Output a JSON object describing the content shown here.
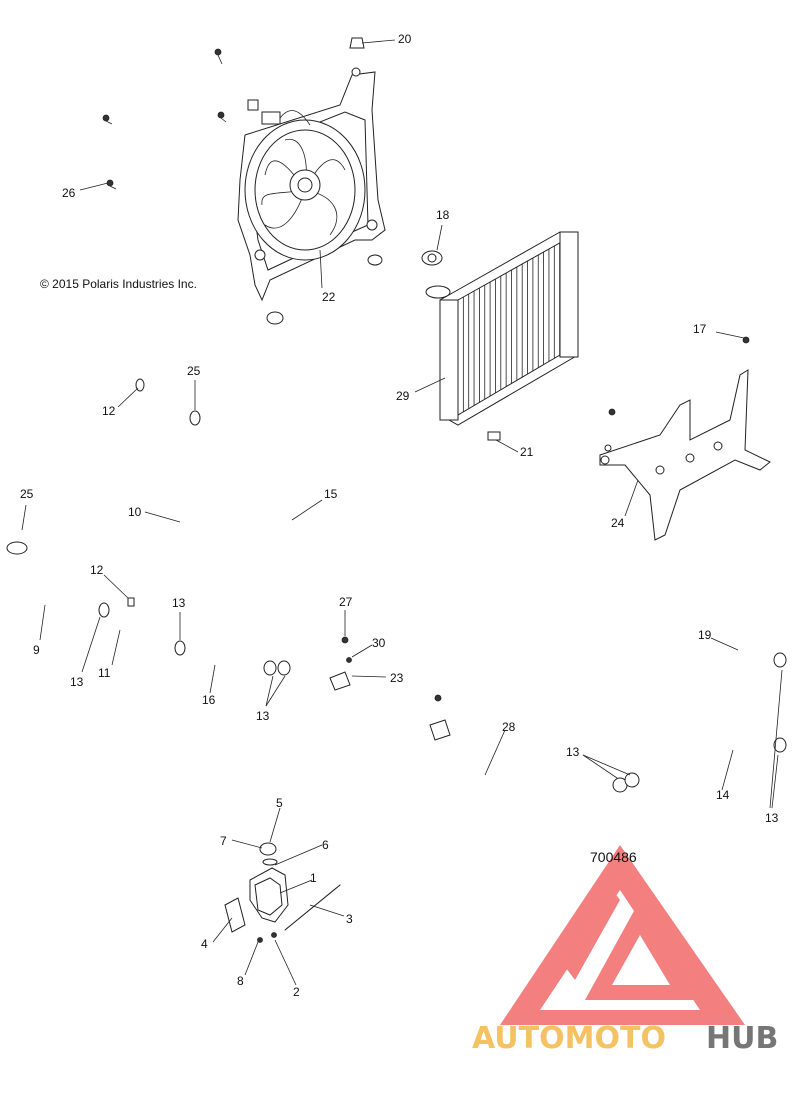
{
  "copyright": "© 2015 Polaris Industries Inc.",
  "diagram_code": "700486",
  "watermark": {
    "part1": "AUTOMOTO",
    "part2": "HUB",
    "color1": "#f2b33d",
    "color2": "#555555",
    "logo_color": "#ee3a3a"
  },
  "callouts": {
    "c1": "1",
    "c2": "2",
    "c3": "3",
    "c4": "4",
    "c5": "5",
    "c6": "6",
    "c7": "7",
    "c8": "8",
    "c9": "9",
    "c10": "10",
    "c11": "11",
    "c12a": "12",
    "c12b": "12",
    "c13a": "13",
    "c13b": "13",
    "c13c": "13",
    "c13d": "13",
    "c13e": "13",
    "c13f": "13",
    "c14": "14",
    "c15": "15",
    "c16": "16",
    "c17": "17",
    "c18": "18",
    "c19": "19",
    "c20": "20",
    "c21": "21",
    "c22": "22",
    "c23": "23",
    "c24": "24",
    "c25a": "25",
    "c25b": "25",
    "c26": "26",
    "c27": "27",
    "c28": "28",
    "c29": "29",
    "c30": "30"
  }
}
